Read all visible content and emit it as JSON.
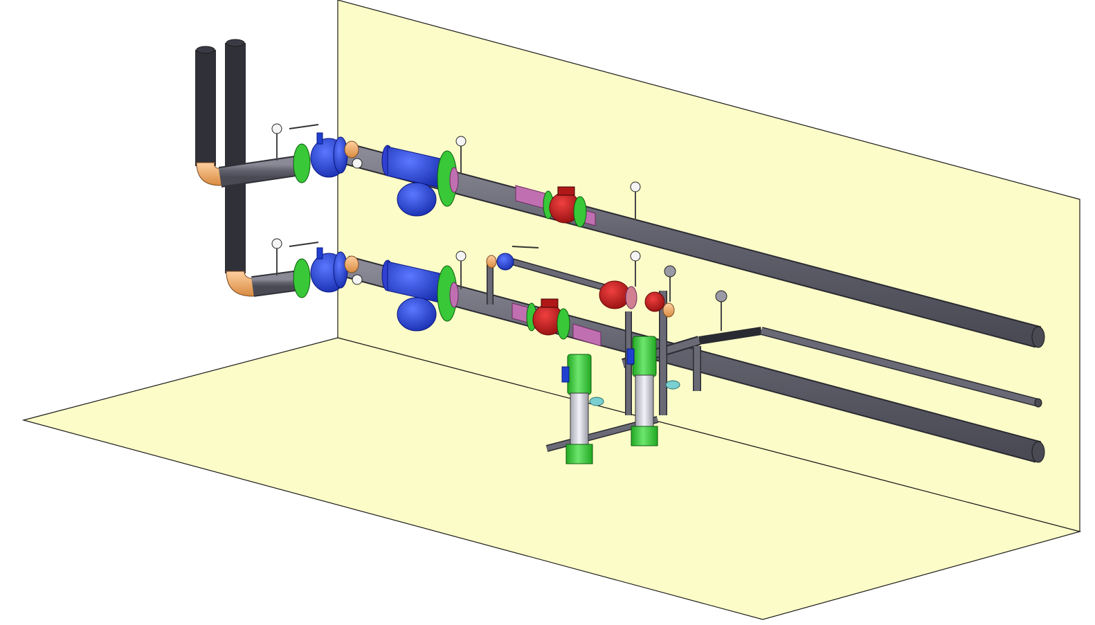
{
  "scene": {
    "title": "",
    "colors": {
      "wall": "#fcfcc8",
      "floor": "#fcfcc8",
      "pipe": "#5c5c68",
      "elbow": "#f0b070",
      "flange": "#3cc83c",
      "strainer": "#2040d0",
      "check_valve": "#c82020",
      "reducer": "#c070b0",
      "pump_motor": "#3cd23c",
      "pump_body": "#d8d8e0"
    },
    "components": [
      {
        "id": "riser-left",
        "type": "pipe"
      },
      {
        "id": "riser-right",
        "type": "pipe"
      },
      {
        "id": "header-upper",
        "type": "pipe"
      },
      {
        "id": "header-lower",
        "type": "pipe"
      },
      {
        "id": "bypass-line",
        "type": "pipe"
      },
      {
        "id": "gate-valve-upper",
        "type": "valve"
      },
      {
        "id": "gate-valve-lower",
        "type": "valve"
      },
      {
        "id": "strainer-upper",
        "type": "y-strainer"
      },
      {
        "id": "strainer-lower",
        "type": "y-strainer"
      },
      {
        "id": "check-valve-upper",
        "type": "check-valve"
      },
      {
        "id": "check-valve-lower",
        "type": "check-valve"
      },
      {
        "id": "pump-1",
        "type": "vertical-pump"
      },
      {
        "id": "pump-2",
        "type": "vertical-pump"
      },
      {
        "id": "gauges",
        "type": "pressure-gauge"
      }
    ]
  }
}
